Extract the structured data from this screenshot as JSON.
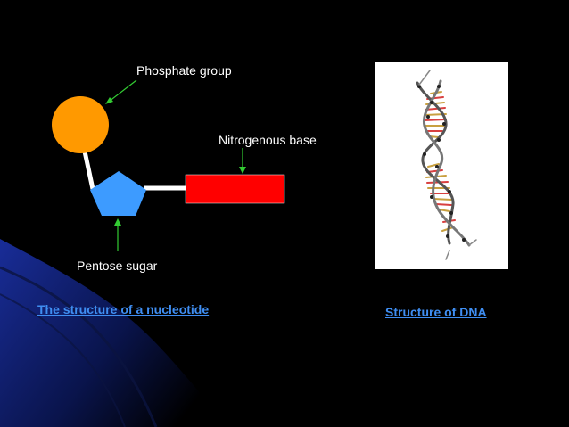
{
  "labels": {
    "phosphate": "Phosphate group",
    "nitrogenous_base": "Nitrogenous base",
    "pentose_sugar": "Pentose sugar"
  },
  "links": {
    "nucleotide_structure": "The structure of a nucleotide",
    "dna_structure": "Structure of DNA"
  },
  "colors": {
    "background": "#000000",
    "phosphate": "#ff9900",
    "sugar": "#3d9bff",
    "base": "#ff0000",
    "bond": "#ffffff",
    "arrow": "#33cc33",
    "link": "#3f8ef2",
    "decor_blue": "#0d1f7a"
  },
  "icons": {
    "phosphate": "circle",
    "sugar": "pentagon",
    "base": "rectangle",
    "dna": "double-helix-image"
  }
}
